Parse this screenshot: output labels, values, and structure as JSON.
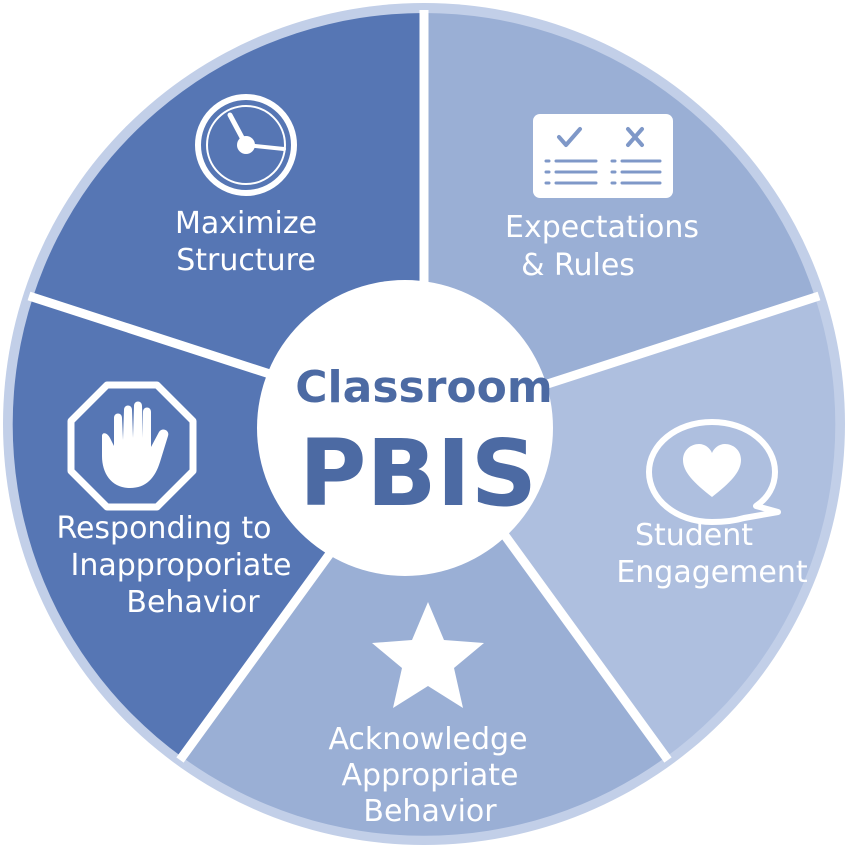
{
  "center": {
    "line1": "Classroom",
    "line2": "PBIS"
  },
  "segments": [
    {
      "id": "maximize-structure",
      "icon": "clock-icon",
      "label_lines": [
        "Maximize",
        "Structure"
      ]
    },
    {
      "id": "expectations-rules",
      "icon": "checklist-icon",
      "label_lines": [
        "Expectations",
        "& Rules"
      ]
    },
    {
      "id": "student-engagement",
      "icon": "heart-speech-bubble-icon",
      "label_lines": [
        "Student",
        "Engagement"
      ]
    },
    {
      "id": "acknowledge-appropriate-behavior",
      "icon": "star-icon",
      "label_lines": [
        "Acknowledge",
        "Appropriate",
        "Behavior"
      ]
    },
    {
      "id": "responding-inappropriate-behavior",
      "icon": "stop-hand-icon",
      "label_lines": [
        "Responding to",
        "Inapproporiate",
        "Behavior"
      ]
    }
  ],
  "colors": {
    "dark_blue": "#5676b4",
    "mid_blue": "#9aafd5",
    "light_blue": "#aebfdf",
    "rim": "#c2cfe8",
    "center_text": "#4c6aa3"
  }
}
